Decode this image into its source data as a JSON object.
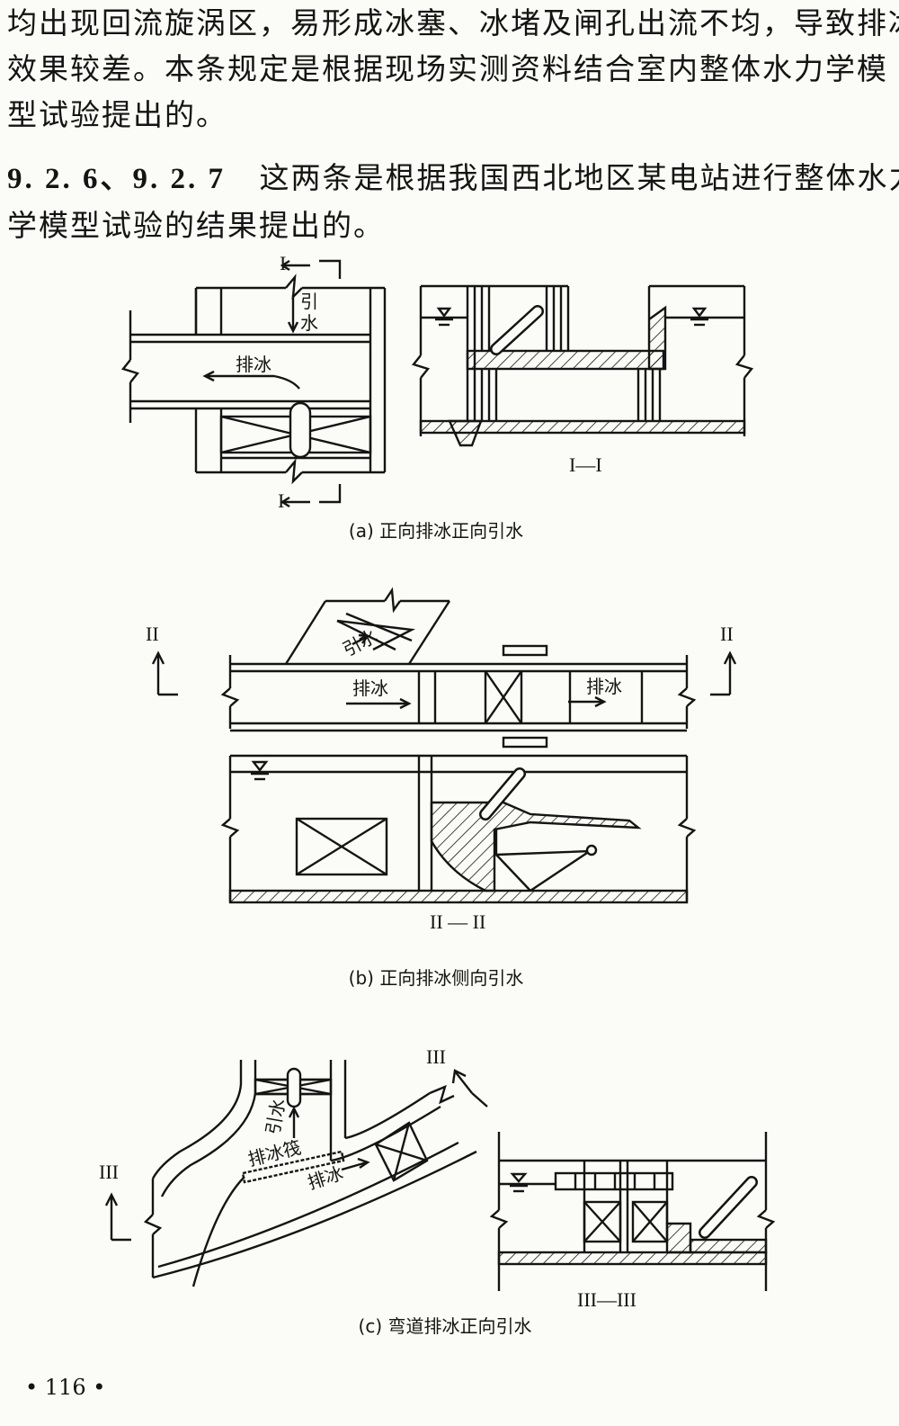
{
  "text": {
    "para1": [
      "均出现回流旋涡区，易形成冰塞、冰堵及闸孔出流不均，导致排冰",
      "效果较差。本条规定是根据现场实测资料结合室内整体水力学模",
      "型试验提出的。"
    ],
    "clause_number": "9. 2. 6、9. 2. 7",
    "para2": [
      "这两条是根据我国西北地区某电站进行整体水力",
      "学模型试验的结果提出的。"
    ]
  },
  "figures": {
    "a": {
      "caption": "(a) 正向排冰正向引水",
      "plan_labels": {
        "intake": "引",
        "intake2": "水",
        "ice": "排冰",
        "section": "I"
      },
      "section_label": "I—I"
    },
    "b": {
      "caption": "(b) 正向排冰侧向引水",
      "plan_labels": {
        "intake": "引水",
        "ice_left": "排冰",
        "ice_right": "排冰",
        "section": "II"
      },
      "section_label": "II — II"
    },
    "c": {
      "caption": "(c) 弯道排冰正向引水",
      "plan_labels": {
        "intake": "引水",
        "boom": "排冰筏",
        "ice": "排冰",
        "section": "III"
      },
      "section_label": "III—III"
    }
  },
  "footer": {
    "page": "• 116 •"
  },
  "colors": {
    "ink": "#141414",
    "paper": "#fbfbf7"
  }
}
